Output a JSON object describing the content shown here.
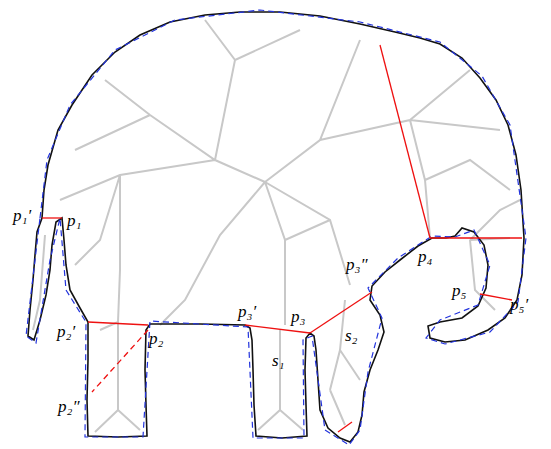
{
  "diagram": {
    "labels": [
      "p₁′",
      "p₁",
      "p₂′",
      "p₂",
      "p₂″",
      "p₃′",
      "p₃",
      "p₃″",
      "p₄",
      "p₅",
      "p₅′",
      "s₁",
      "s₂"
    ]
  }
}
